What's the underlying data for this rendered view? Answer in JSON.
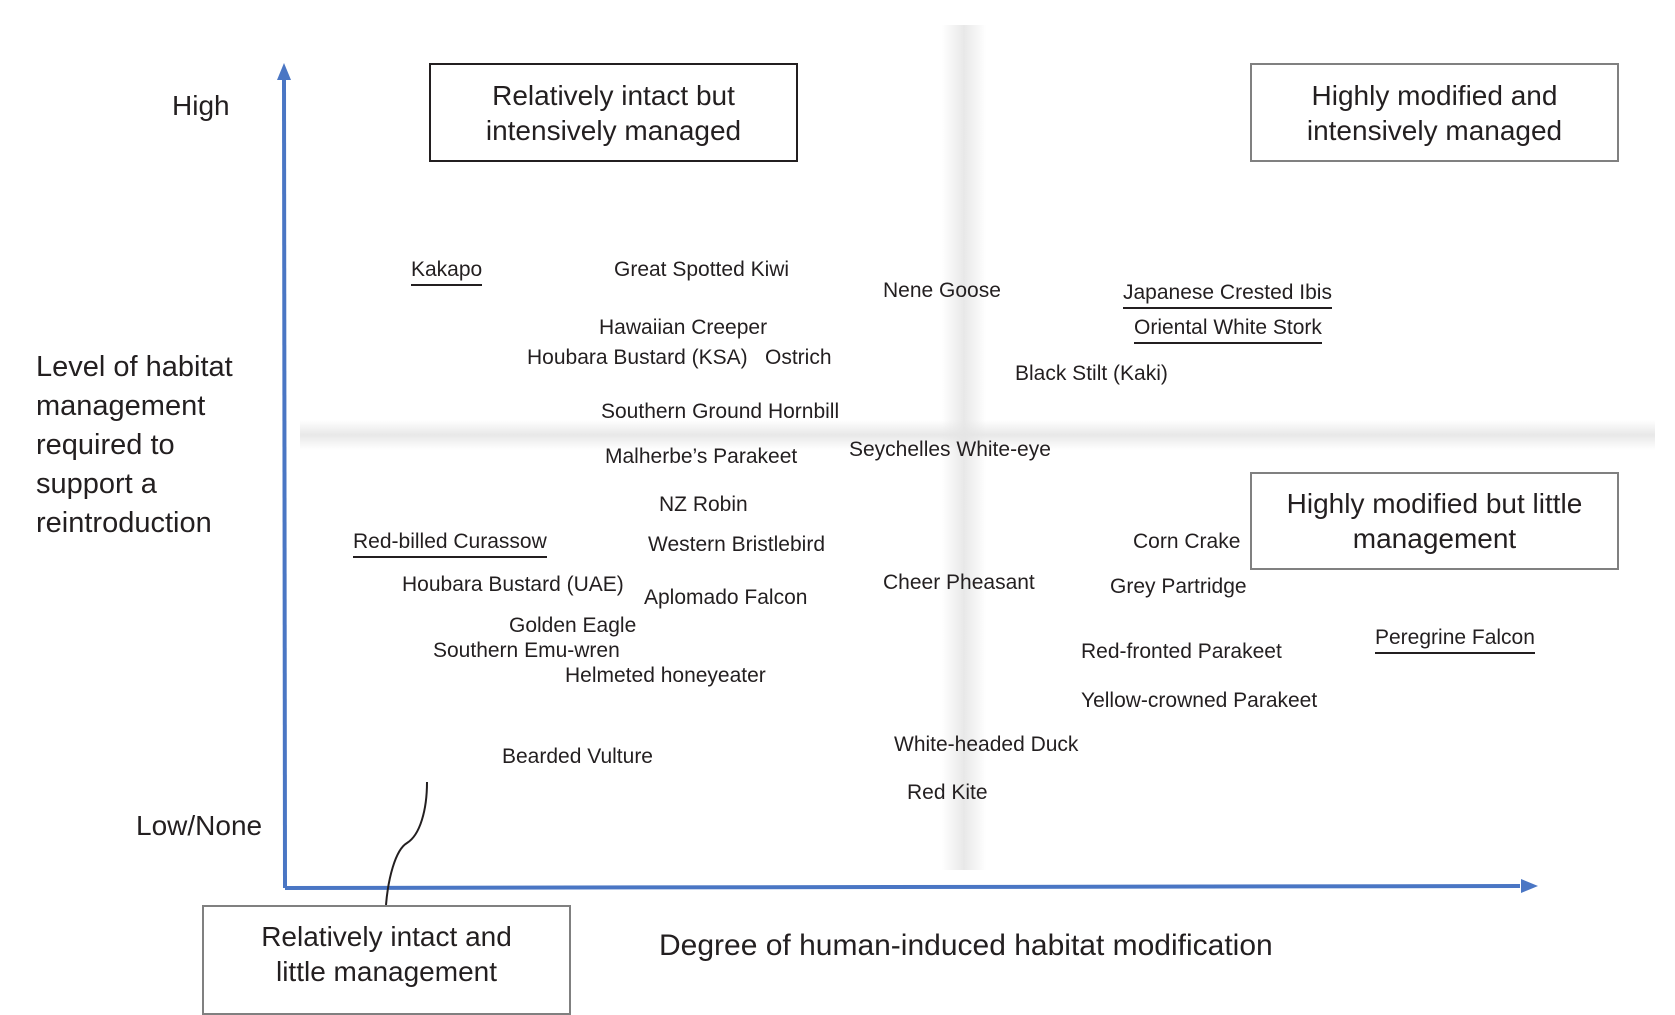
{
  "chart_data": {
    "type": "quadrant-diagram",
    "x_axis": {
      "label": "Degree of human-induced habitat modification"
    },
    "y_axis": {
      "label": "Level of habitat management required to support a reintroduction",
      "ticks": [
        "High",
        "Low/None"
      ]
    },
    "colors": {
      "axis": "#4a76c4",
      "text": "#231f20",
      "box_border_dark": "#231f20",
      "box_border_grey": "#808080"
    },
    "quadrants": [
      {
        "position": "top-left",
        "label": "Relatively intact but intensively managed"
      },
      {
        "position": "top-right",
        "label": "Highly modified and intensively managed"
      },
      {
        "position": "bottom-right",
        "label": "Highly modified but little management"
      },
      {
        "position": "bottom-left",
        "label": "Relatively intact and little management"
      }
    ],
    "species": [
      {
        "name": "Kakapo",
        "underlined": true
      },
      {
        "name": "Great Spotted Kiwi",
        "underlined": false
      },
      {
        "name": "Nene Goose",
        "underlined": false
      },
      {
        "name": "Japanese Crested Ibis",
        "underlined": true
      },
      {
        "name": "Oriental White Stork",
        "underlined": true
      },
      {
        "name": "Hawaiian Creeper",
        "underlined": false
      },
      {
        "name": "Houbara Bustard (KSA)",
        "underlined": false
      },
      {
        "name": "Ostrich",
        "underlined": false
      },
      {
        "name": "Black Stilt (Kaki)",
        "underlined": false
      },
      {
        "name": "Southern Ground Hornbill",
        "underlined": false
      },
      {
        "name": "Malherbe’s Parakeet",
        "underlined": false
      },
      {
        "name": "Seychelles White-eye",
        "underlined": false
      },
      {
        "name": "NZ Robin",
        "underlined": false
      },
      {
        "name": "Red-billed Curassow",
        "underlined": true
      },
      {
        "name": "Western Bristlebird",
        "underlined": false
      },
      {
        "name": "Corn Crake",
        "underlined": false
      },
      {
        "name": "Houbara Bustard (UAE)",
        "underlined": false
      },
      {
        "name": "Aplomado Falcon",
        "underlined": false
      },
      {
        "name": "Cheer Pheasant",
        "underlined": false
      },
      {
        "name": "Grey Partridge",
        "underlined": false
      },
      {
        "name": "Golden Eagle",
        "underlined": false
      },
      {
        "name": "Southern Emu-wren",
        "underlined": false
      },
      {
        "name": "Red-fronted Parakeet",
        "underlined": false
      },
      {
        "name": "Peregrine Falcon",
        "underlined": true
      },
      {
        "name": "Helmeted honeyeater",
        "underlined": false
      },
      {
        "name": "Yellow-crowned Parakeet",
        "underlined": false
      },
      {
        "name": "White-headed Duck",
        "underlined": false
      },
      {
        "name": "Bearded Vulture",
        "underlined": false
      },
      {
        "name": "Red Kite",
        "underlined": false
      }
    ]
  }
}
